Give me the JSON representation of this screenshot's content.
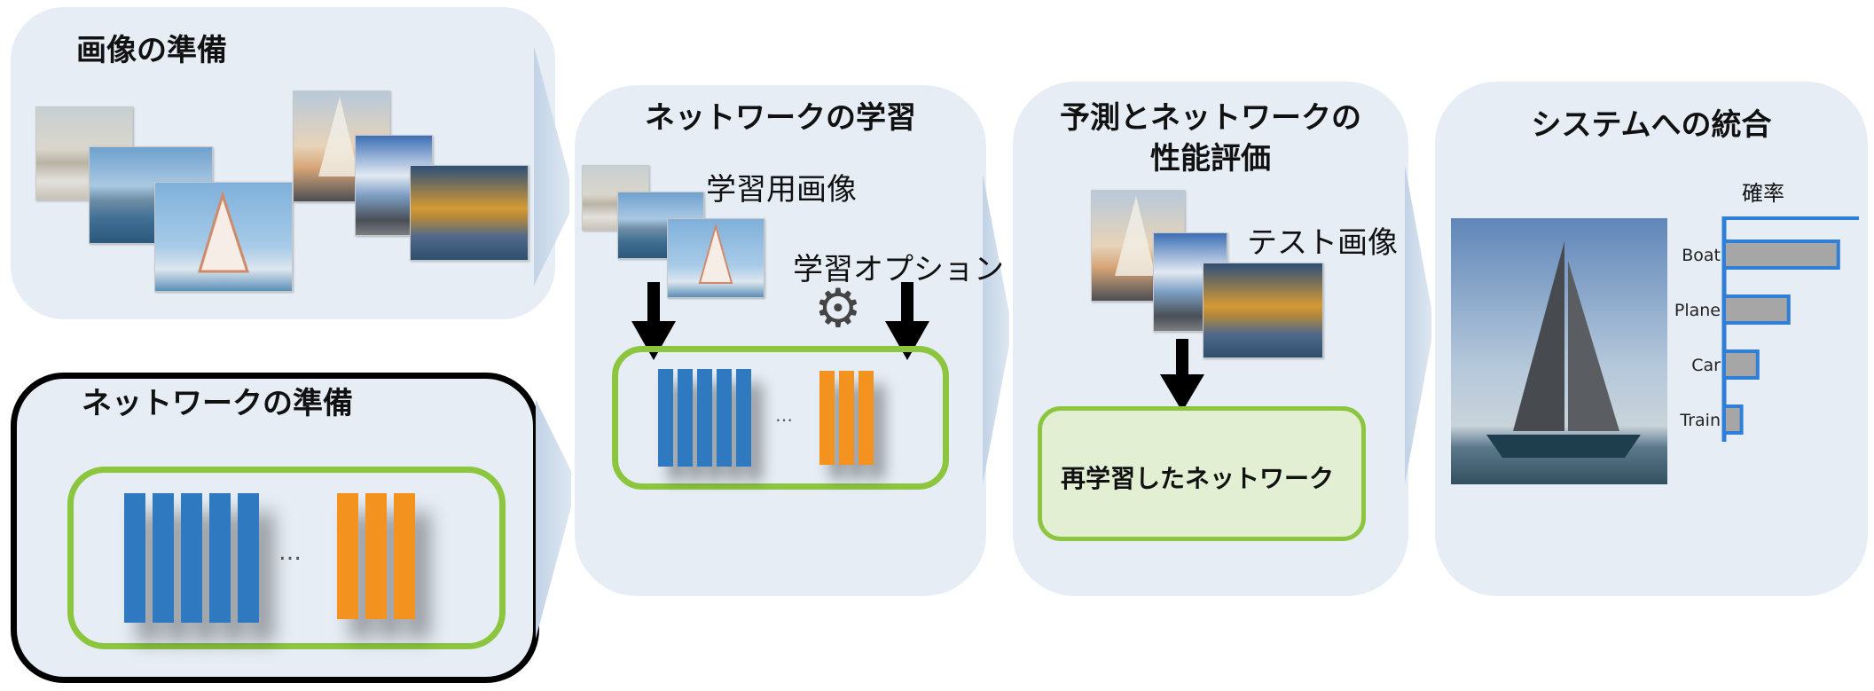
{
  "steps": {
    "image_prep": {
      "title": "画像の準備"
    },
    "network_prep": {
      "title": "ネットワークの準備"
    },
    "training": {
      "title": "ネットワークの学習",
      "images_label": "学習用画像",
      "options_label": "学習オプション"
    },
    "evaluation": {
      "title_line1": "予測とネットワークの",
      "title_line2": "性能評価",
      "test_label": "テスト画像",
      "retrained_label": "再学習したネットワーク"
    },
    "integration": {
      "title": "システムへの統合",
      "chart_title": "確率"
    }
  },
  "colors": {
    "panel": "#e6edf5",
    "layer_blue": "#2f79c1",
    "layer_orange": "#f3921f",
    "network_green": "#8cc63f",
    "chart_outline": "#2f7ed8",
    "chart_bar": "#a6a6a6"
  },
  "chart_data": {
    "type": "bar",
    "orientation": "horizontal",
    "title": "確率",
    "categories": [
      "Boat",
      "Plane",
      "Car",
      "Train"
    ],
    "values": [
      0.92,
      0.52,
      0.27,
      0.14
    ],
    "xlim": [
      0,
      1
    ],
    "grid": false
  }
}
